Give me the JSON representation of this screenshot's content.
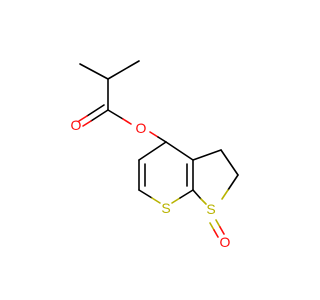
{
  "molecule": {
    "atom_labels": {
      "ester_oxygen": "O",
      "carbonyl_oxygen": "O",
      "ring_sulfur": "S",
      "sulfone_sulfur": "S",
      "sulfone_oxygen": "O"
    },
    "colors": {
      "bond": "#000000",
      "oxygen": "#ff0d0d",
      "sulfur": "#b8b300",
      "background": "#ffffff"
    }
  }
}
